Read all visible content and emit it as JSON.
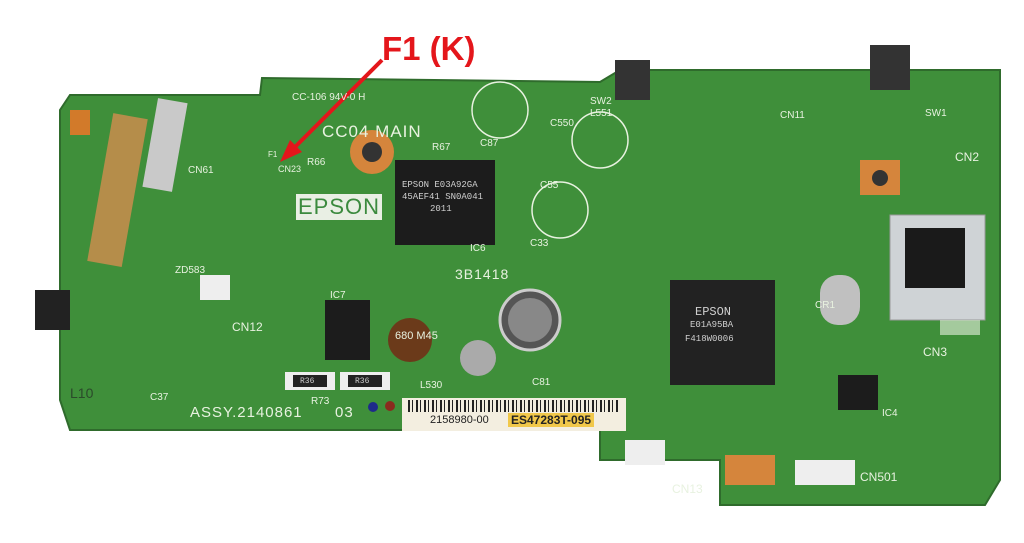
{
  "annotation": {
    "label": "F1 (K)",
    "color": "#e4161b"
  },
  "board": {
    "brand": "EPSON",
    "marking_top": "CC-106 94V-0 H",
    "board_name": "CC04 MAIN",
    "assembly": "ASSY.2140861",
    "revision": "03",
    "date_code": "3B1418",
    "fuse_label": "F1",
    "connector_near_fuse": "CN23"
  },
  "sticker": {
    "part_number": "2158980-00",
    "serial": "ES47283T-095"
  },
  "chips": {
    "ic6": [
      "EPSON E03A92GA",
      "45AEF41 SN0A041",
      "2011"
    ],
    "main": [
      "EPSON",
      "E01A95BA",
      "F418W0006"
    ]
  },
  "components": {
    "cn3": "CN3",
    "cn12": "CN12",
    "cn13": "CN13",
    "cn501": "CN501",
    "cn2": "CN2",
    "cn11": "CN11",
    "sw1": "SW1",
    "sw2": "SW2",
    "ic4": "IC4",
    "ic6": "IC6",
    "ic7": "IC7",
    "cr1": "CR1",
    "c87": "C87",
    "c33": "C33",
    "c550": "C550",
    "c81": "C81",
    "c55": "C55",
    "l530": "L530",
    "l551": "L551",
    "r36a": "R36",
    "r36b": "R36",
    "r73": "R73",
    "r66": "R66",
    "r67": "R67",
    "inductor": "680 M45",
    "c37": "C37",
    "zd583": "ZD583",
    "cn61": "CN61",
    "l10": "L10"
  }
}
